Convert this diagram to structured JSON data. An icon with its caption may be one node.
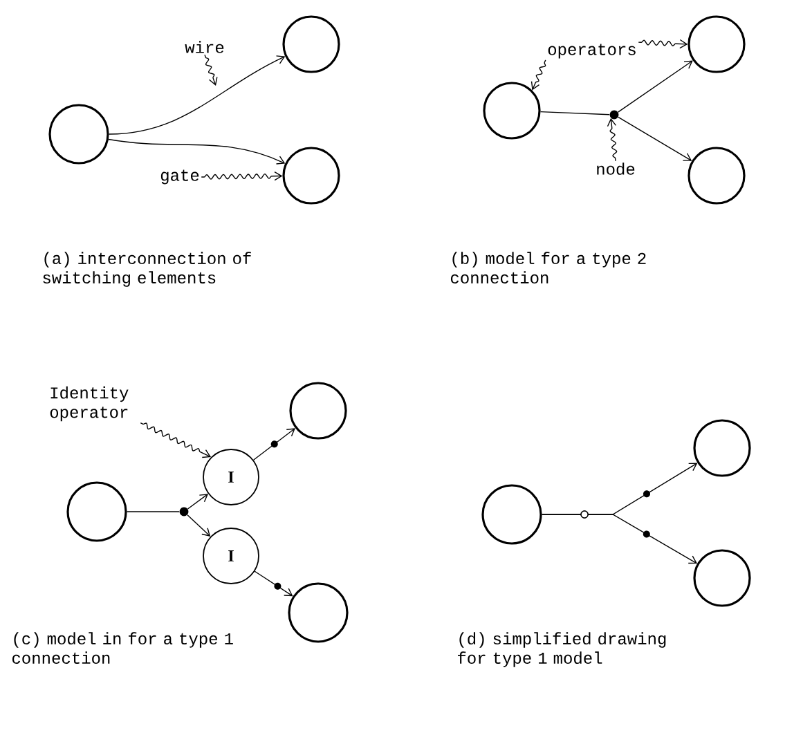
{
  "diagram": {
    "nodes": [
      {
        "text": [],
        "shape": "circle"
      },
      {
        "text": [],
        "shape": "circle"
      },
      {
        "text": [],
        "shape": "circle"
      },
      {
        "text": [
          "wire"
        ]
      },
      {
        "text": [
          "gate"
        ]
      },
      {
        "text": [],
        "shape": "circle"
      },
      {
        "text": [],
        "shape": "circle"
      },
      {
        "text": [],
        "shape": "circle"
      },
      {
        "text": [],
        "shape": "dot"
      },
      {
        "text": [
          "operators"
        ]
      },
      {
        "text": [
          "node"
        ]
      },
      {
        "text": [],
        "shape": "circle"
      },
      {
        "text": [],
        "shape": "dot"
      },
      {
        "text": [
          "I"
        ]
      },
      {
        "text": [
          "I"
        ]
      },
      {
        "text": [],
        "shape": "circle"
      },
      {
        "text": [],
        "shape": "circle"
      },
      {
        "text": [
          "Identity operator"
        ]
      },
      {
        "text": [],
        "shape": "circle"
      },
      {
        "text": [],
        "shape": "circle"
      },
      {
        "text": [],
        "shape": "circle"
      }
    ],
    "edges": [
      {
        "from": 0,
        "to": 1,
        "arrow": "to"
      },
      {
        "from": 0,
        "to": 2,
        "arrow": "to"
      },
      {
        "from": 3,
        "to": null,
        "arrow": "to"
      },
      {
        "from": 4,
        "to": 2,
        "arrow": "to"
      },
      {
        "from": 5,
        "to": 8,
        "arrow": "none"
      },
      {
        "from": 8,
        "to": 6,
        "arrow": "to"
      },
      {
        "from": 8,
        "to": 7,
        "arrow": "to"
      },
      {
        "from": 9,
        "to": 5,
        "arrow": "to"
      },
      {
        "from": 9,
        "to": 6,
        "arrow": "to"
      },
      {
        "from": 10,
        "to": 8,
        "arrow": "to"
      },
      {
        "from": 11,
        "to": 12,
        "arrow": "none"
      },
      {
        "from": 12,
        "to": 13,
        "arrow": "to"
      },
      {
        "from": 12,
        "to": 14,
        "arrow": "to"
      },
      {
        "from": 13,
        "to": 15,
        "arrow": "to"
      },
      {
        "from": 14,
        "to": 16,
        "arrow": "to"
      },
      {
        "from": 17,
        "to": 13,
        "arrow": "to"
      },
      {
        "from": 18,
        "to": 19,
        "arrow": "to"
      },
      {
        "from": 18,
        "to": 20,
        "arrow": "to"
      }
    ],
    "labels": [
      "(a) interconnection of switching elements",
      "(b) model for a type 2 connection",
      "(c) model in for a type 1 connection",
      "(d) simplified drawing for type 1 model"
    ]
  }
}
